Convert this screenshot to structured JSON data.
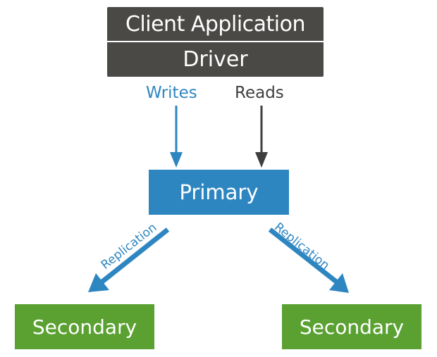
{
  "diagram": {
    "client_application": "Client Application",
    "driver": "Driver",
    "writes": "Writes",
    "reads": "Reads",
    "primary": "Primary",
    "replication_left": "Replication",
    "replication_right": "Replication",
    "secondary_left": "Secondary",
    "secondary_right": "Secondary"
  },
  "colors": {
    "client_box": "#4b4946",
    "primary_box": "#2e86c1",
    "secondary_box": "#5aa132",
    "writes_arrow": "#2e86c1",
    "reads_arrow": "#3e3e3e"
  }
}
